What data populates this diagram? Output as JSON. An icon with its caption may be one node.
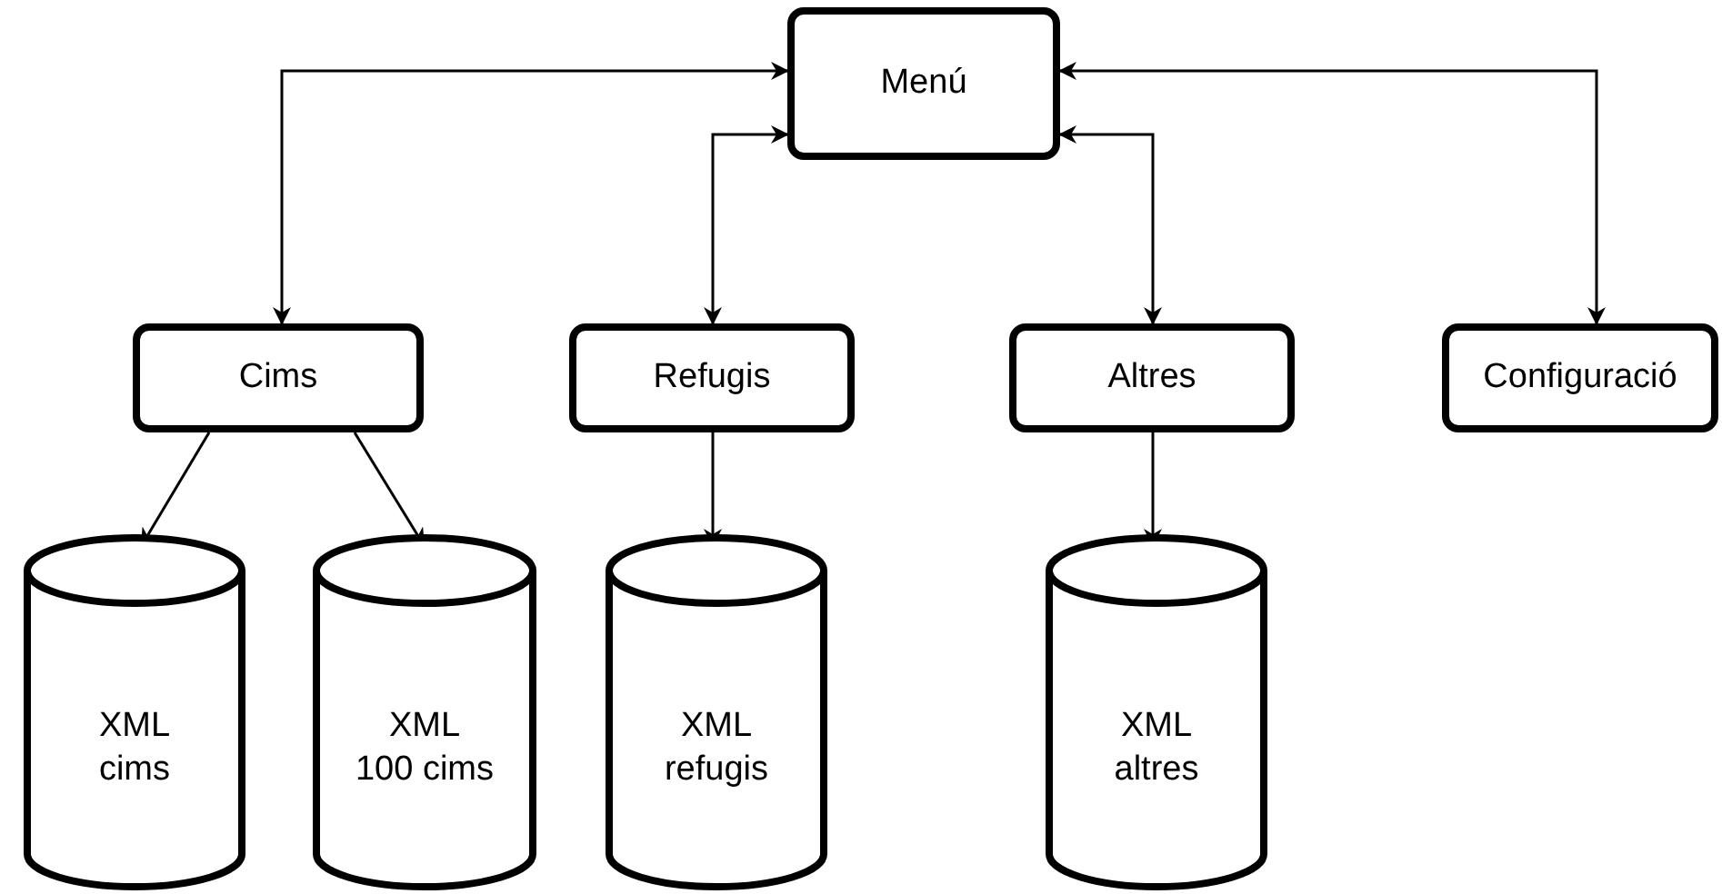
{
  "diagram": {
    "nodes": [
      {
        "text": [
          "Menú"
        ]
      },
      {
        "text": [
          "Cims"
        ]
      },
      {
        "text": [
          "Refugis"
        ]
      },
      {
        "text": [
          "Altres"
        ]
      },
      {
        "text": [
          "Configuració"
        ]
      },
      {
        "text": [
          "XML cims"
        ]
      },
      {
        "text": [
          "XML 100 cims"
        ]
      },
      {
        "text": [
          "XML refugis"
        ]
      },
      {
        "text": [
          "XML altres"
        ]
      }
    ],
    "edges": [
      {
        "from": 0,
        "to": 1,
        "arrow": "both"
      },
      {
        "from": 0,
        "to": 2,
        "arrow": "both"
      },
      {
        "from": 0,
        "to": 3,
        "arrow": "both"
      },
      {
        "from": 0,
        "to": 4,
        "arrow": "both"
      },
      {
        "from": 1,
        "to": 5,
        "arrow": "to"
      },
      {
        "from": 1,
        "to": 6,
        "arrow": "to"
      },
      {
        "from": 2,
        "to": 7,
        "arrow": "to"
      },
      {
        "from": 3,
        "to": 8,
        "arrow": "to"
      }
    ]
  }
}
